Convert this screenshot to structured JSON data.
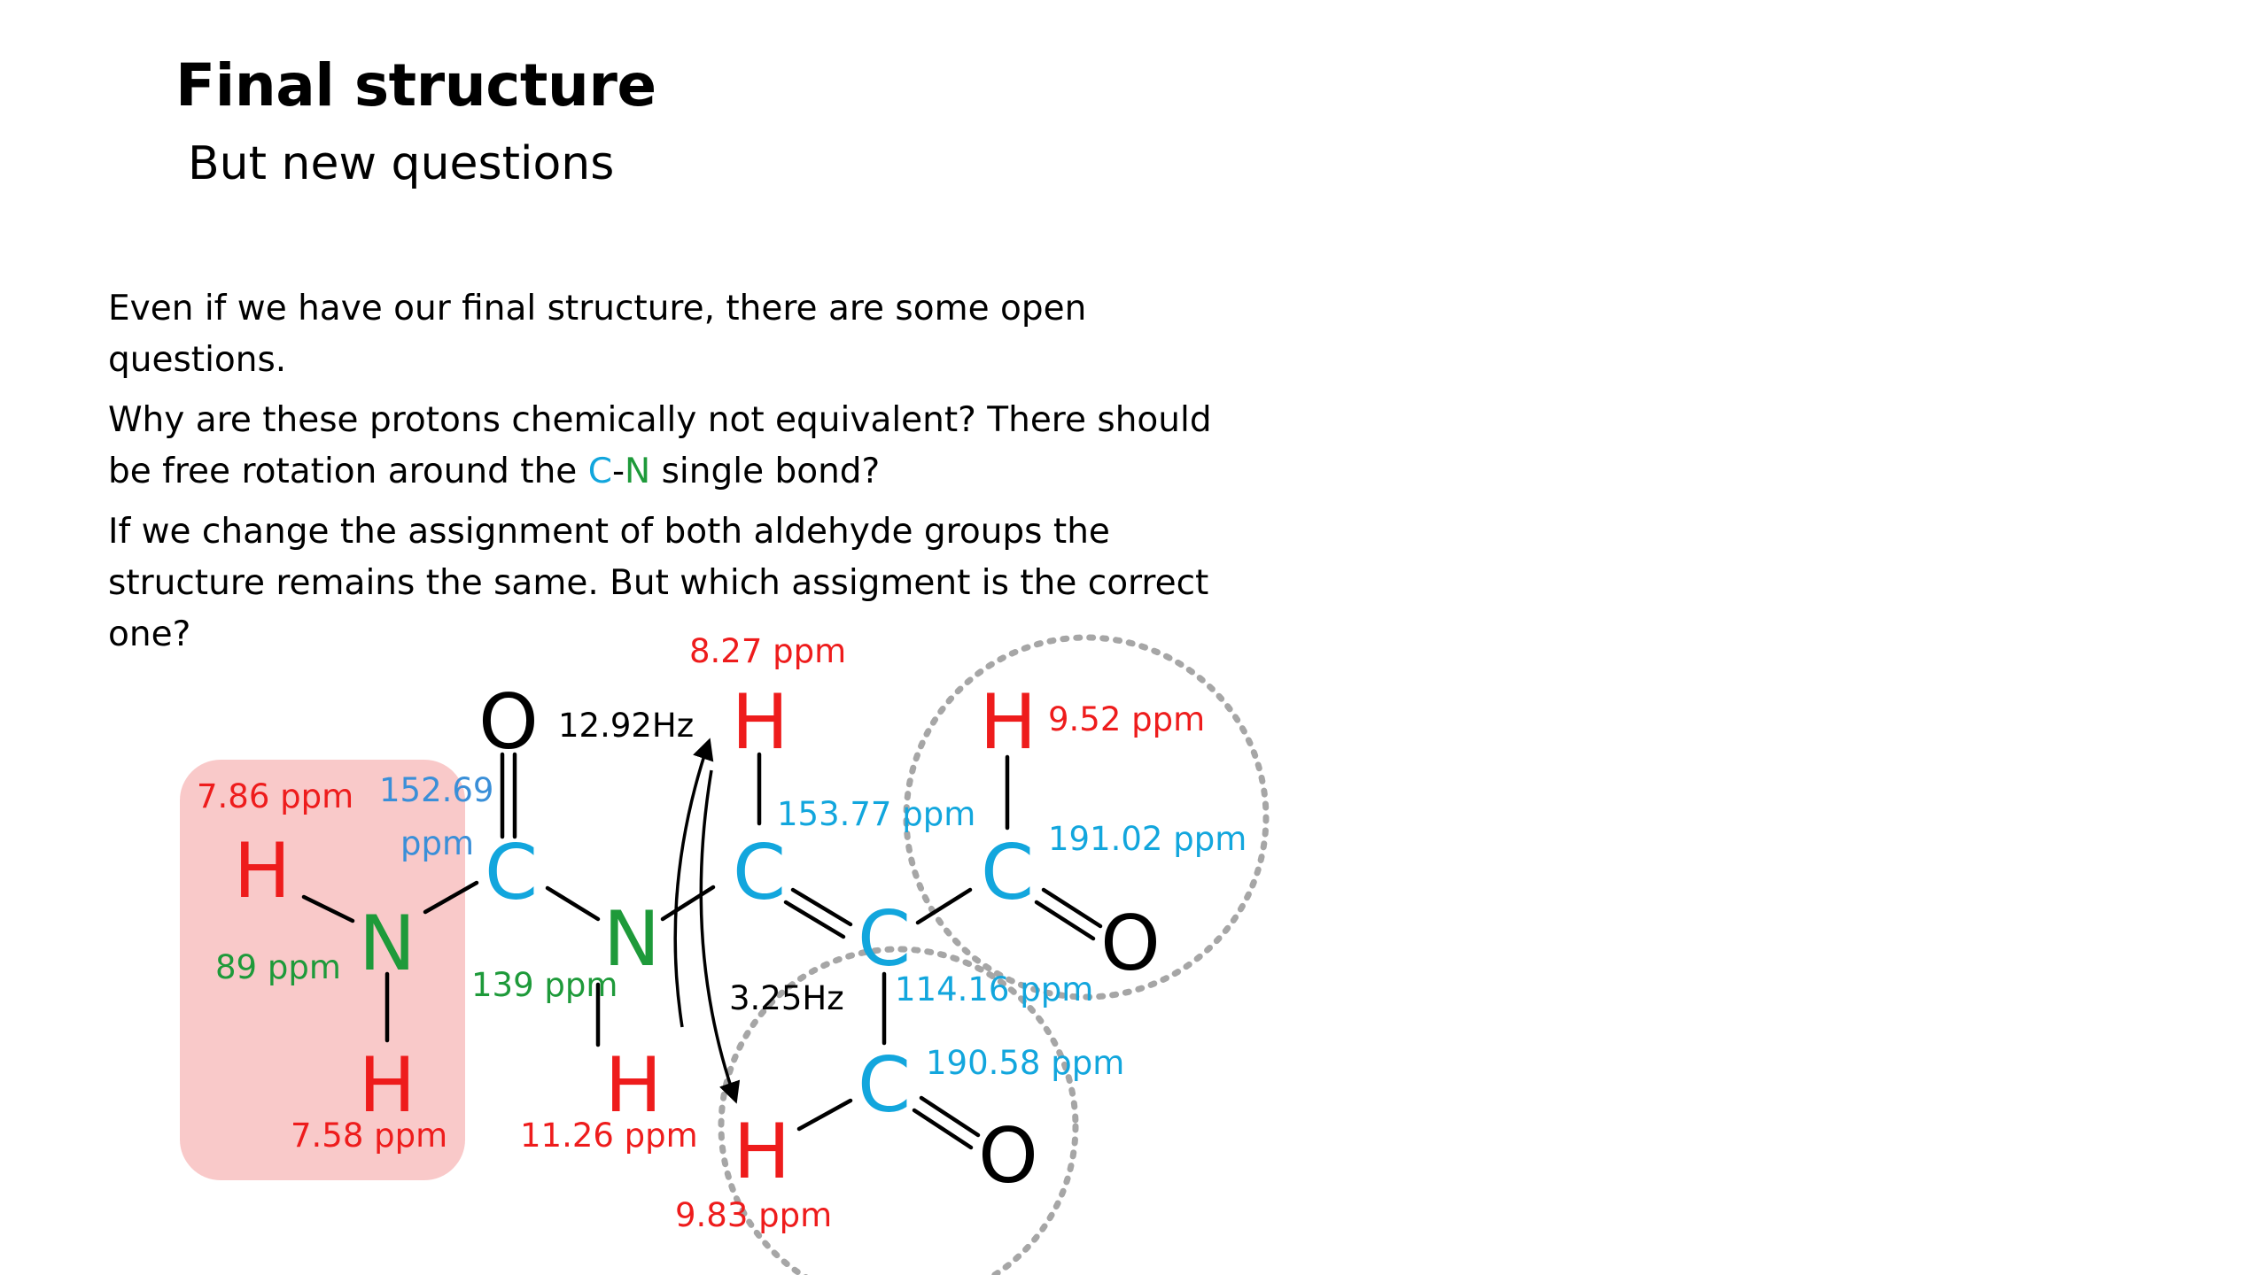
{
  "title": "Final structure",
  "subtitle": "But new questions",
  "paragraphs": {
    "p1": "Even if we have our final structure, there are some open questions.",
    "p2_pre": "Why are these protons chemically not equivalent? There should be free rotation around the ",
    "p2_c": "C",
    "p2_dash": "-",
    "p2_n": "N",
    "p2_post": " single bond?",
    "p3": "If we change the assignment of both aldehyde groups the structure remains the same. But which assigment is the correct one?"
  },
  "atoms": {
    "o_top": "O",
    "h_top1": "H",
    "h_top2": "H",
    "h_left": "H",
    "n_left": "N",
    "h_bottom_left": "H",
    "c_carbonyl": "C",
    "n_mid": "N",
    "h_nh": "H",
    "c_vinyl": "C",
    "c_center": "C",
    "c_ald1": "C",
    "o_ald1": "O",
    "c_ald2": "C",
    "o_ald2": "O",
    "h_ald2": "H"
  },
  "labels": {
    "h827": "8.27 ppm",
    "j1292": "12.92Hz",
    "h952": "9.52 ppm",
    "h786": "7.86 ppm",
    "c15269a": "152.69",
    "c15269b": "ppm",
    "c15377": "153.77 ppm",
    "c19102": "191.02 ppm",
    "n89": "89 ppm",
    "n139": "139 ppm",
    "j325": "3.25Hz",
    "c11416": "114.16 ppm",
    "c19058": "190.58 ppm",
    "h758": "7.58 ppm",
    "h1126": "11.26 ppm",
    "h983": "9.83 ppm"
  },
  "colors": {
    "hydrogen": "#ee1c1c",
    "carbon": "#12a6dd",
    "nitrogen": "#1e9a3a",
    "oxygen": "#000000",
    "carbon_shift": "#12a6dd",
    "carbonyl_shift": "#3a8fd8",
    "highlight": "#f9c9c9",
    "dashed_circle": "#a6a6a6"
  }
}
